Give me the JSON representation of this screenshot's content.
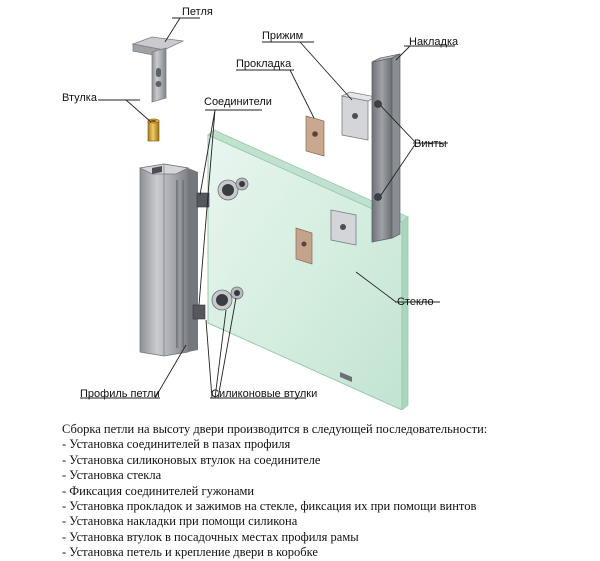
{
  "labels": {
    "hinge": "Петля",
    "clamp": "Прижим",
    "cover": "Накладка",
    "gasket": "Прокладка",
    "bushing": "Втулка",
    "connectors": "Соединители",
    "screws": "Винты",
    "glass": "Стекло",
    "hinge_profile": "Профиль петли",
    "silicone_bushings": "Силиконовые втулки"
  },
  "description": {
    "intro": "Сборка петли на высоту  двери производится в следующей последовательности:",
    "steps": [
      "- Установка соединителей  в пазах профиля",
      "- Установка силиконовых втулок на соединителе",
      "- Установка стекла",
      "- Фиксация соединителей гужонами",
      "- Установка прокладок и зажимов на стекле, фиксация их при помощи винтов",
      "- Установка накладки при помощи силикона",
      "- Установка втулок в посадочных местах профиля рамы",
      "- Установка петель  и крепление двери в коробке"
    ]
  }
}
